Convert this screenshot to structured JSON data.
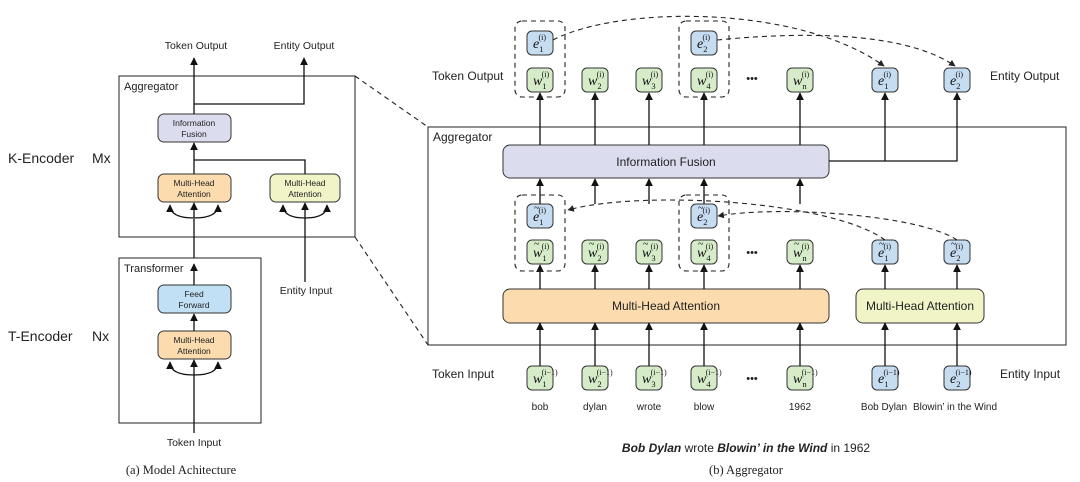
{
  "panel_a": {
    "top_labels": [
      "Token Output",
      "Entity Output"
    ],
    "aggregator_label": "Aggregator",
    "info_fusion": [
      "Information",
      "Fusion"
    ],
    "mha_left": [
      "Multi-Head",
      "Attention"
    ],
    "mha_right": [
      "Multi-Head",
      "Attention"
    ],
    "k_encoder": "K-Encoder",
    "mx": "Mx",
    "entity_input": "Entity Input",
    "transformer_label": "Transformer",
    "feed_forward": [
      "Feed",
      "Forward"
    ],
    "mha_transformer": [
      "Multi-Head",
      "Attention"
    ],
    "t_encoder": "T-Encoder",
    "nx": "Nx",
    "token_input": "Token Input",
    "caption": "(a) Model Achitecture"
  },
  "panel_b": {
    "token_output_label": "Token Output",
    "entity_output_label": "Entity Output",
    "aggregator_label": "Aggregator",
    "information_fusion": "Information Fusion",
    "mha_token": "Multi-Head Attention",
    "mha_entity": "Multi-Head Attention",
    "token_input_label": "Token Input",
    "entity_input_label": "Entity Input",
    "ellipsis": "•••",
    "output_tokens": [
      "w",
      "w",
      "w",
      "w",
      "w"
    ],
    "output_token_subs": [
      "1",
      "2",
      "3",
      "4",
      "n"
    ],
    "output_entities": [
      "e",
      "e"
    ],
    "input_words": [
      "bob",
      "dylan",
      "wrote",
      "blow",
      "1962"
    ],
    "input_entities": [
      "Bob Dylan",
      "Blowin’ in the Wind"
    ],
    "sentence": [
      {
        "text": "Bob Dylan",
        "bold": true
      },
      {
        "text": " wrote ",
        "bold": false
      },
      {
        "text": "Blowin’ in the Wind",
        "bold": true
      },
      {
        "text": " in 1962",
        "bold": false
      }
    ],
    "caption": "(b) Aggregator"
  },
  "colors": {
    "token_green": "#d6ebc8",
    "entity_blue": "#c6dcf1",
    "fusion_purple": "#dcdcef",
    "mha_orange": "#fcdcae",
    "mha_yellow": "#f1f4c7",
    "ff_blue": "#c2e0f5",
    "stroke": "#333333"
  }
}
